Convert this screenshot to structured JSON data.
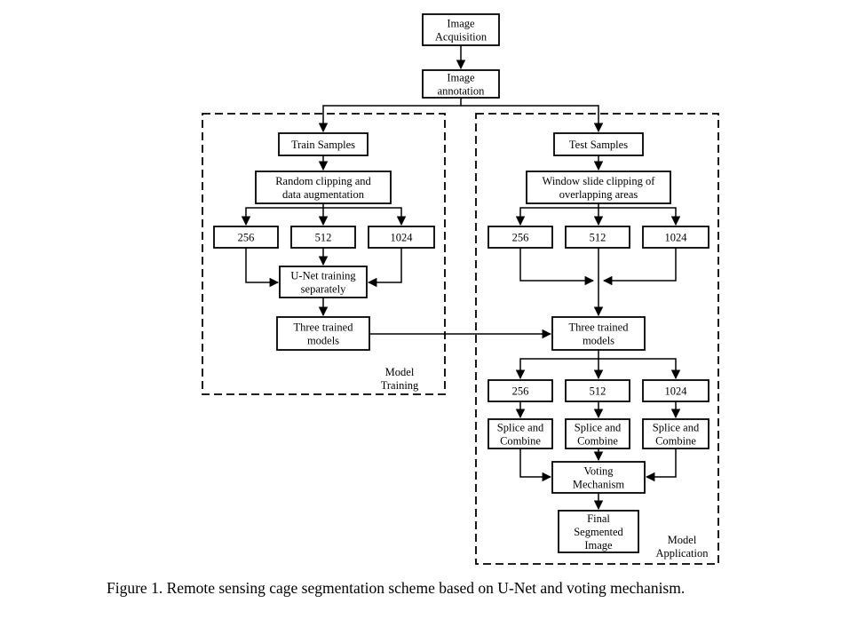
{
  "nodes": {
    "acquisition": [
      "Image",
      "Acquisition"
    ],
    "annotation": [
      "Image",
      "annotation"
    ],
    "train_samples": [
      "Train Samples"
    ],
    "random_clipping": [
      "Random clipping and",
      "data augmentation"
    ],
    "train_256": [
      "256"
    ],
    "train_512": [
      "512"
    ],
    "train_1024": [
      "1024"
    ],
    "unet_training": [
      "U-Net training",
      "separately"
    ],
    "train_models": [
      "Three trained",
      "models"
    ],
    "test_samples": [
      "Test Samples"
    ],
    "window_clipping": [
      "Window slide clipping of",
      "overlapping areas"
    ],
    "test_256": [
      "256"
    ],
    "test_512": [
      "512"
    ],
    "test_1024": [
      "1024"
    ],
    "apply_models": [
      "Three trained",
      "models"
    ],
    "apply_256": [
      "256"
    ],
    "apply_512": [
      "512"
    ],
    "apply_1024": [
      "1024"
    ],
    "splice_256": [
      "Splice and",
      "Combine"
    ],
    "splice_512": [
      "Splice and",
      "Combine"
    ],
    "splice_1024": [
      "Splice and",
      "Combine"
    ],
    "voting": [
      "Voting",
      "Mechanism"
    ],
    "final": [
      "Final",
      "Segmented",
      "Image"
    ]
  },
  "regions": {
    "training": [
      "Model",
      "Training"
    ],
    "application": [
      "Model",
      "Application"
    ]
  },
  "caption": "Figure 1. Remote sensing cage segmentation scheme based on U-Net and voting mechanism."
}
